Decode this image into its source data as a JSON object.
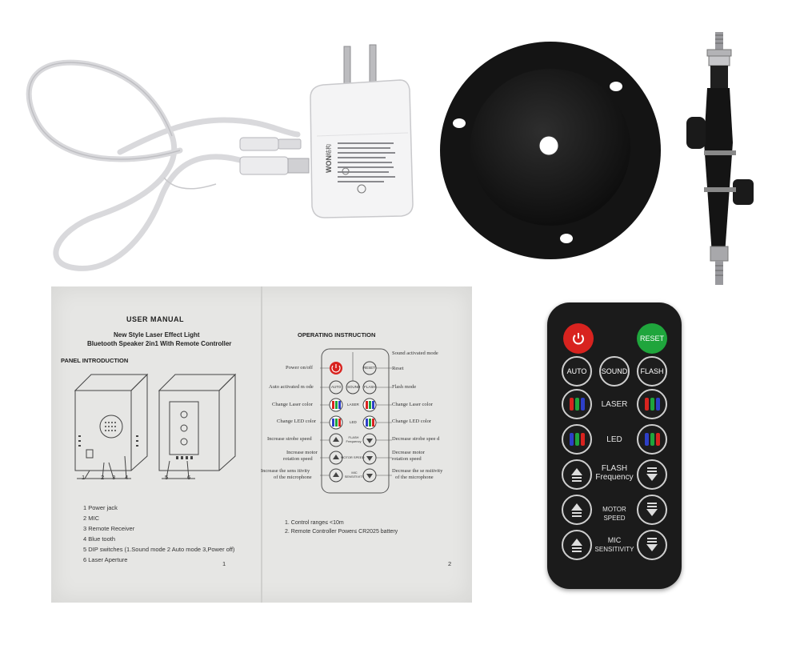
{
  "manual": {
    "left_page": {
      "title": "USER   MANUAL",
      "subtitle1": "New Style Laser Effect Light",
      "subtitle2": "Bluetooth Speaker  2in1  With Remote Controller",
      "section": "PANEL  INTRODUCTION",
      "callouts": [
        "1",
        "2",
        "3",
        "4",
        "5",
        "6"
      ],
      "items": [
        "1 Power jack",
        "2 MIC",
        "3 Remote Receiver",
        "4 Blue tooth",
        "5 DIP switches  (1.Sound mode  2 Auto mode  3,Power off)",
        "6 Laser  Aperture"
      ],
      "page_number": "1"
    },
    "right_page": {
      "section": "OPERATING INSTRUCTION",
      "left_labels": [
        "Power on/off",
        "Auto activated m ode",
        "Change  Laser color",
        "Change  LED color",
        "Increase strobe  speed",
        "Increase motor",
        "rotation speed",
        "Increase the sens itivity",
        "of the microphone"
      ],
      "right_labels": [
        "Sound activated  mode",
        "Reset",
        "Flash mode",
        "Change  Laser color",
        "Change  LED color",
        "Decrease strobe spee d",
        "Decrease motor",
        "rotation speed",
        "Decrease the se nsitivity",
        "of the microphone"
      ],
      "mini_remote": {
        "reset": "RESET",
        "auto": "AUTO",
        "sound": "SOUND",
        "flash": "FLASH",
        "laser": "LASER",
        "led": "LED",
        "flash_freq": "FLASH Frequency",
        "motor": "MOTOR SPEED",
        "mic": "MIC SENSITIVITY"
      },
      "notes": [
        "1.   Control range≤  <10m",
        "2.   Remote Controller Power≤  CR2025 battery"
      ],
      "page_number": "2"
    }
  },
  "remote": {
    "reset": "RESET",
    "auto": "AUTO",
    "sound": "SOUND",
    "flash": "FLASH",
    "laser": "LASER",
    "led": "LED",
    "flash_frequency_line1": "FLASH",
    "flash_frequency_line2": "Frequency",
    "motor_speed": "MOTOR SPEED",
    "mic_line1": "MIC",
    "mic_line2": "SENSITIVITY"
  },
  "adapter_label": {
    "line1": "结构",
    "line2": "WON"
  },
  "colors": {
    "power_red": "#d8231f",
    "reset_green": "#1fa53c",
    "remote_body": "#1b1b1b",
    "mount_black": "#161616",
    "paper": "#e6e6e4"
  }
}
